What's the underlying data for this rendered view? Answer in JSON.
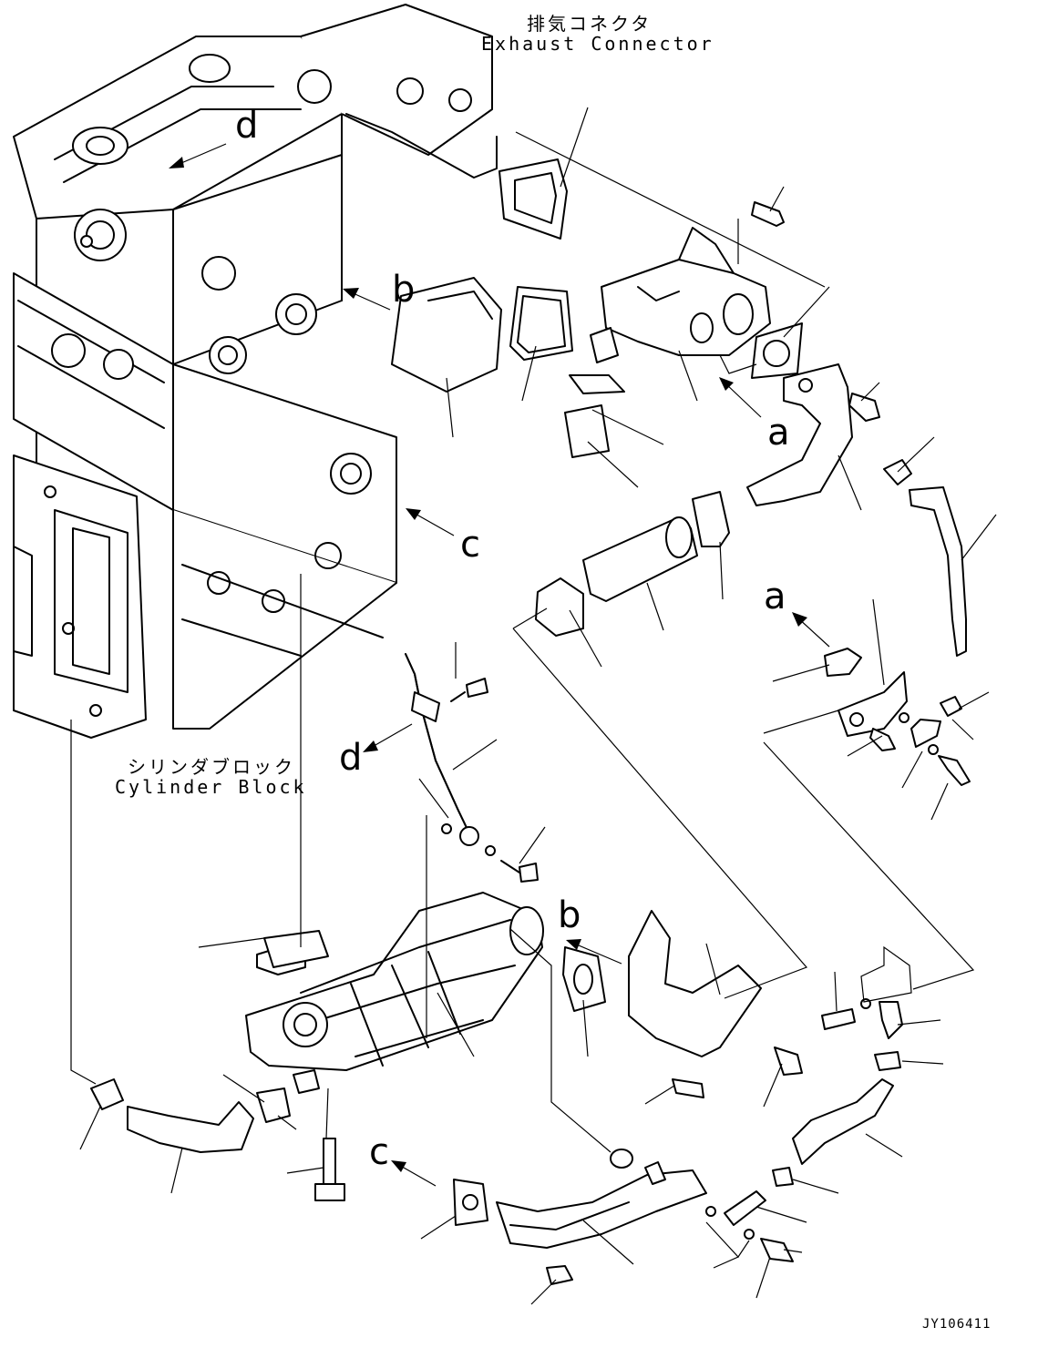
{
  "labels": {
    "exhaust_connector_jp": "排気コネクタ",
    "exhaust_connector_en": "Exhaust Connector",
    "cylinder_block_jp": "シリンダブロック",
    "cylinder_block_en": "Cylinder Block",
    "drawing_code": "JY106411"
  },
  "callouts": {
    "a1": "a",
    "a2": "a",
    "b1": "b",
    "b2": "b",
    "c1": "c",
    "c2": "c",
    "d1": "d",
    "d2": "d"
  }
}
